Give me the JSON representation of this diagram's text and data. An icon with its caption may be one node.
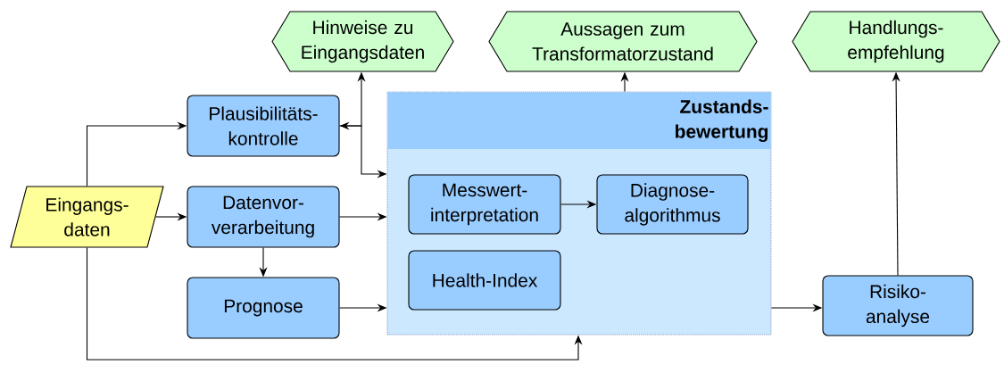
{
  "diagram": {
    "nodes": [
      {
        "text": [
          "Hinweise zu Eingangsdaten"
        ]
      },
      {
        "text": [
          "Aussagen zum Transformatorzustand"
        ]
      },
      {
        "text": [
          "Handlungs- empfehlung"
        ]
      },
      {
        "text": [
          "Eingangs- daten"
        ]
      },
      {
        "text": [
          "Plausibilitäts- kontrolle"
        ]
      },
      {
        "text": [
          "Datenvor- verarbeitung"
        ]
      },
      {
        "text": [
          "Prognose"
        ]
      },
      {
        "text": [
          "Zustands- bewertung"
        ]
      },
      {
        "text": [
          "Messwert- interpretation"
        ],
        "in": 7
      },
      {
        "text": [
          "Diagnose- algorithmus"
        ],
        "in": 7
      },
      {
        "text": [
          "Health-Index"
        ],
        "in": 7
      },
      {
        "text": [
          "Risiko- analyse"
        ]
      }
    ],
    "edges": [
      {
        "from": 3,
        "to": 4,
        "arrow": "to"
      },
      {
        "from": 3,
        "to": 5,
        "arrow": "to"
      },
      {
        "from": 3,
        "to": 7,
        "arrow": "to"
      },
      {
        "from": 4,
        "to": 0,
        "arrow": "both"
      },
      {
        "from": 4,
        "to": 7,
        "arrow": "to"
      },
      {
        "from": 5,
        "to": 7,
        "arrow": "to"
      },
      {
        "from": 5,
        "to": 6,
        "arrow": "to"
      },
      {
        "from": 6,
        "to": 7,
        "arrow": "to"
      },
      {
        "from": 7,
        "to": 1,
        "arrow": "to"
      },
      {
        "from": 8,
        "to": 9,
        "arrow": "to"
      },
      {
        "from": 7,
        "to": 11,
        "arrow": "to"
      },
      {
        "from": 11,
        "to": 2,
        "arrow": "to"
      }
    ]
  }
}
